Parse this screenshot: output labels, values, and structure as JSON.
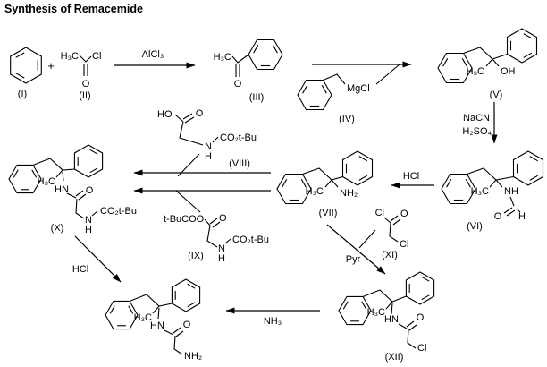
{
  "title": "Synthesis of Remacemide",
  "plus": "+",
  "reagents": {
    "alcl3": "AlCl₃",
    "nacn": "NaCN",
    "h2so4": "H₂SO₄",
    "hcl_vi_vii": "HCl",
    "hcl_x": "HCl",
    "pyr": "Pyr",
    "nh3": "NH₃"
  },
  "compounds": {
    "i": {
      "label": "(I)"
    },
    "ii": {
      "label": "(II)",
      "h3c": "H₃C",
      "cl": "Cl",
      "o": "O"
    },
    "iii": {
      "label": "(III)",
      "h3c": "H₃C",
      "o": "O"
    },
    "iv": {
      "label": "(IV)",
      "mgcl": "MgCl"
    },
    "v": {
      "label": "(V)",
      "h3c": "H₃C",
      "oh": "OH"
    },
    "vi": {
      "label": "(VI)",
      "h3c": "H₃C",
      "nh": "NH",
      "o": "O",
      "h": "H"
    },
    "vii": {
      "label": "(VII)",
      "h3c": "H₃C",
      "nh2": "NH₂"
    },
    "viii": {
      "label": "(VIII)",
      "ho": "HO",
      "o": "O",
      "n": "N",
      "h": "H",
      "co2tbu": "CO₂t-Bu"
    },
    "ix": {
      "label": "(IX)",
      "tbucoo": "t-BuCOO",
      "o": "O",
      "n": "N",
      "h": "H",
      "co2tbu": "CO₂t-Bu"
    },
    "x": {
      "label": "(X)",
      "h3c": "H₃C",
      "hn": "HN",
      "o": "O",
      "n": "N",
      "h": "H",
      "co2tbu": "CO₂t-Bu"
    },
    "xi": {
      "label": "(XI)",
      "cl1": "Cl",
      "o": "O",
      "cl2": "Cl"
    },
    "xii": {
      "label": "(XII)",
      "h3c": "H₃C",
      "hn": "HN",
      "o": "O",
      "cl": "Cl"
    },
    "final": {
      "h3c": "H₃C",
      "hn": "HN",
      "o": "O",
      "nh2": "NH₂"
    }
  }
}
